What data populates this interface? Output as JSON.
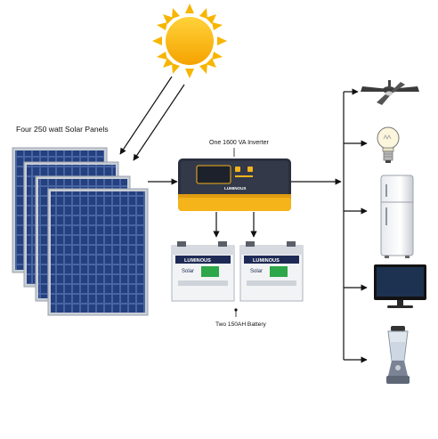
{
  "labels": {
    "panels": "Four 250 watt Solar Panels",
    "inverter": "One 1600 VA Inverter",
    "battery": "Two 150AH Battery"
  },
  "inverter_brand": "LUMINOUS",
  "battery_brand": "LUMINOUS",
  "battery_logo": "Solar",
  "icons": [
    "sun-icon",
    "solar-panel-icon",
    "inverter-icon",
    "battery-icon",
    "ceiling-fan-icon",
    "light-bulb-icon",
    "refrigerator-icon",
    "television-icon",
    "blender-icon"
  ],
  "colors": {
    "sun": "#f7b500",
    "panel_cell": "#2b4a8f",
    "panel_frame": "#c9ced6",
    "inverter_body": "#2a2f3d",
    "inverter_accent": "#f4b41a",
    "battery_label": "#2ea64a",
    "arrow": "#111111"
  }
}
